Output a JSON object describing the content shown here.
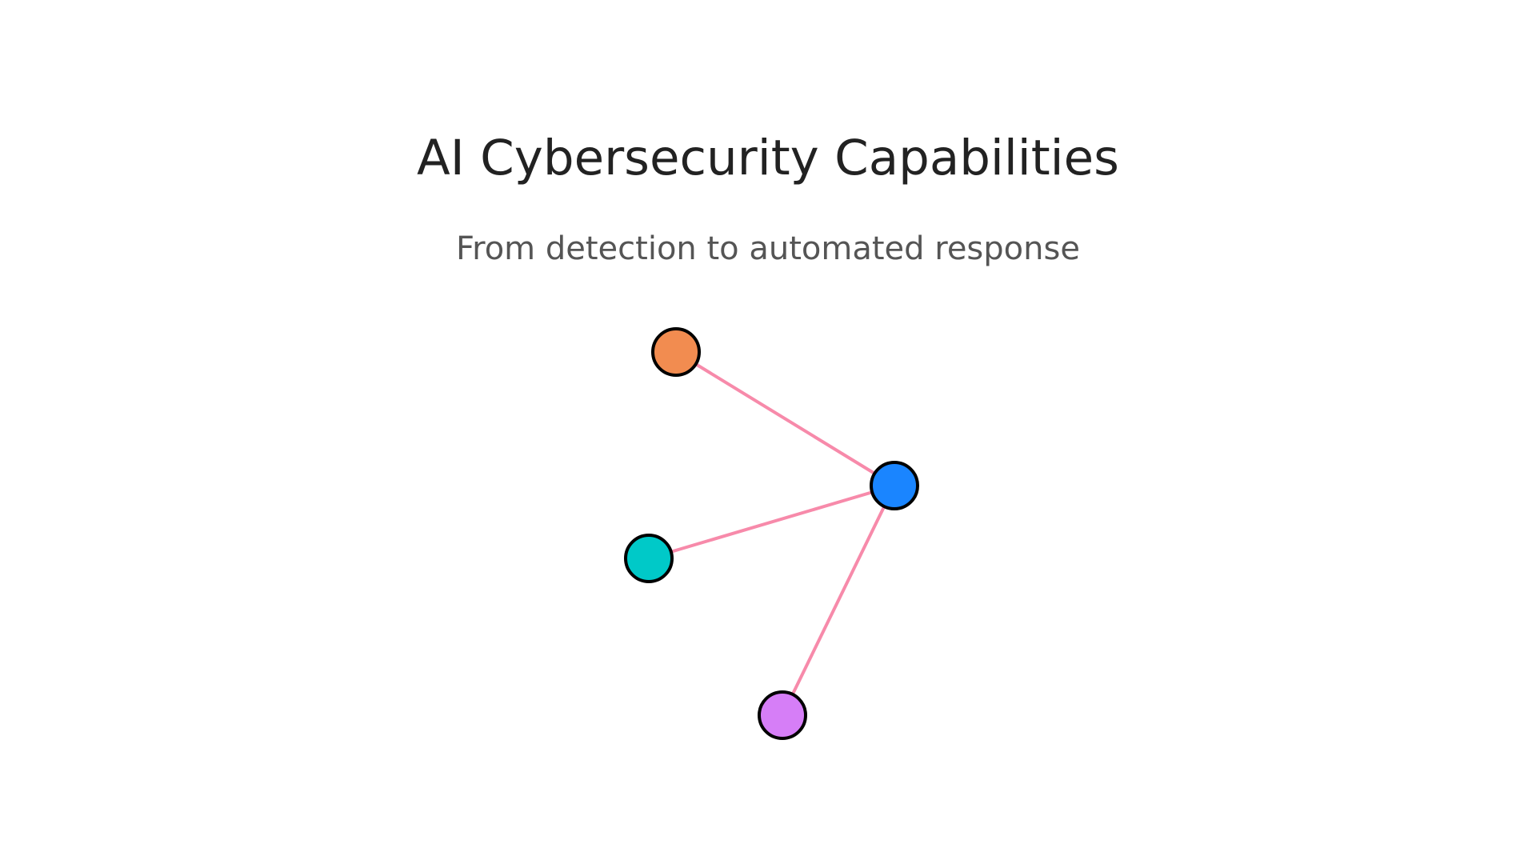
{
  "title": "AI Cybersecurity Capabilities",
  "subtitle": "From detection to automated response",
  "diagram": {
    "nodes": [
      {
        "id": "hub",
        "color": "#1a85ff"
      },
      {
        "id": "top-left",
        "color": "#f28c50"
      },
      {
        "id": "left",
        "color": "#00c9c8"
      },
      {
        "id": "bottom",
        "color": "#d67ef7"
      }
    ],
    "edges": [
      {
        "from": "hub",
        "to": "top-left"
      },
      {
        "from": "hub",
        "to": "left"
      },
      {
        "from": "hub",
        "to": "bottom"
      }
    ],
    "edge_color": "#f78aaa",
    "node_outline_color": "#000000"
  }
}
